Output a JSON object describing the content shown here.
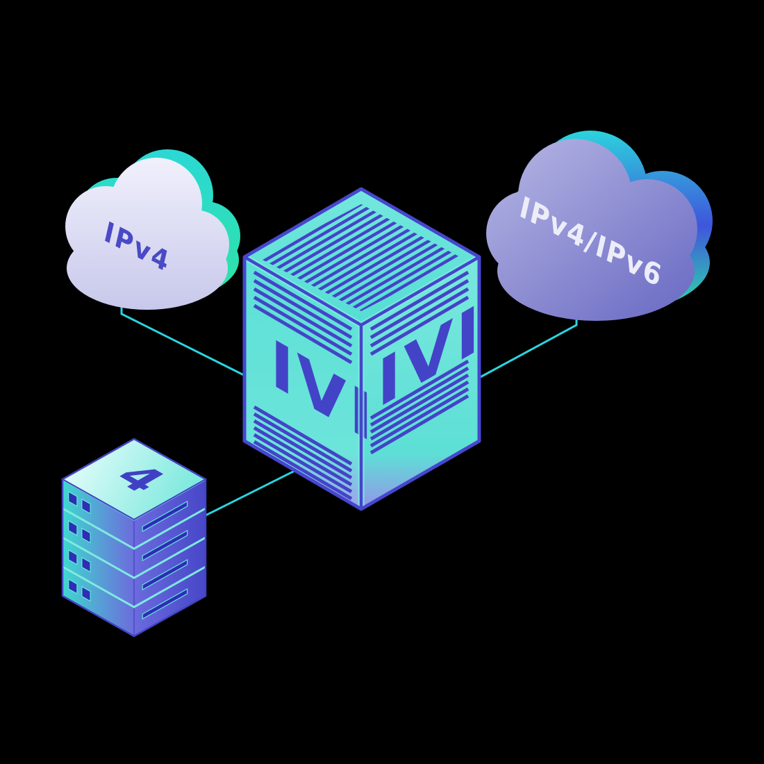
{
  "scene": {
    "background": "#000000",
    "description": "Isometric network illustration: an IPv4 cloud and an IPv4/IPv6 dual-stack cloud connected by cyan lines to a central IVI translator box and a 4-unit server rack stack"
  },
  "labels": {
    "cloud_left": "IPv4",
    "cloud_right": "IPv4/IPv6",
    "box_left_face": "IVI",
    "box_right_face": "IVI",
    "rack_top": "4"
  },
  "diagram": {
    "type": "isometric-network-illustration",
    "nodes": [
      {
        "id": "ipv4-cloud",
        "label": "IPv4"
      },
      {
        "id": "dual-stack-cloud",
        "label": "IPv4/IPv6"
      },
      {
        "id": "ivi-translator-box",
        "label": "IVI"
      },
      {
        "id": "server-rack",
        "label": "4",
        "units": 4
      }
    ],
    "edges": [
      {
        "from": "ipv4-cloud",
        "to": "ivi-translator-box"
      },
      {
        "from": "dual-stack-cloud",
        "to": "ivi-translator-box"
      },
      {
        "from": "server-rack",
        "to": "ivi-translator-box"
      }
    ]
  },
  "colors": {
    "background": "#000000",
    "connector_line": "#2BD5DE",
    "indigo_edge": "#4646CE",
    "stripe_indigo": "#4444C6",
    "teal_face": "#5FE1D7",
    "cloud_left_fill": "#D9D9F2",
    "cloud_left_text": "#4A4AC6",
    "cloud_right_fill": "#8F8FD2",
    "cloud_right_text": "#EDEDFA",
    "accent_teal": "#2BD9CE",
    "accent_green": "#2EE4A2",
    "accent_blue": "#3F55DC"
  }
}
